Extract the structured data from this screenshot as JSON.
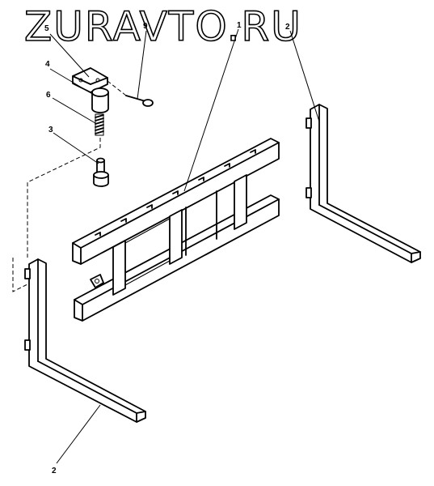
{
  "watermark": "ZURAVTO.RU",
  "callouts": {
    "frame": "1",
    "fork_right": "2",
    "fork_left": "2",
    "pin": "3",
    "bushing": "4",
    "latch": "5",
    "spring": "6",
    "bolt": "9"
  },
  "colors": {
    "line": "#000000",
    "background": "#ffffff"
  }
}
